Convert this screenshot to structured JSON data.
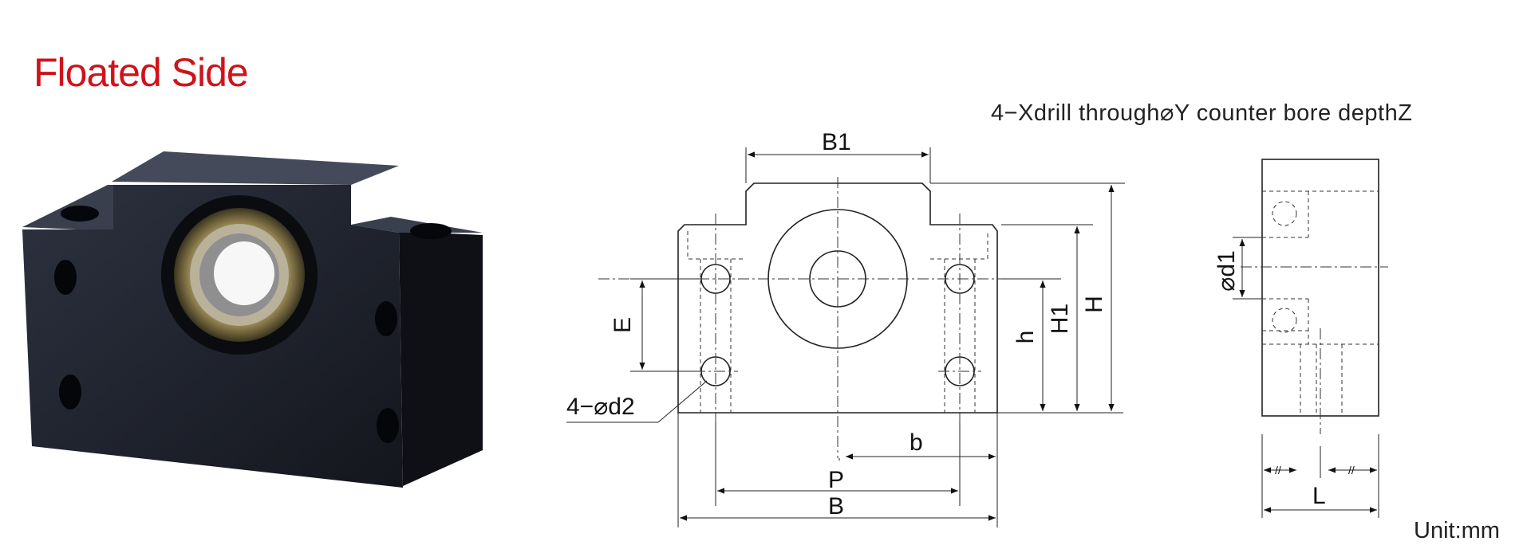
{
  "header": {
    "title": "Floated Side"
  },
  "notes": {
    "drill_callout": "4−Xdrill through⌀Y counter bore depthZ",
    "unit": "Unit:mm"
  },
  "dimensions": {
    "B1": "B1",
    "E": "E",
    "d2": "4−⌀d2",
    "b": "b",
    "P": "P",
    "B": "B",
    "h": "h",
    "H1": "H1",
    "H": "H",
    "d1": "⌀d1",
    "L": "L",
    "sym_left": "//",
    "sym_right": "//"
  },
  "photo": {
    "subject": "floated-side-bearing-block"
  }
}
